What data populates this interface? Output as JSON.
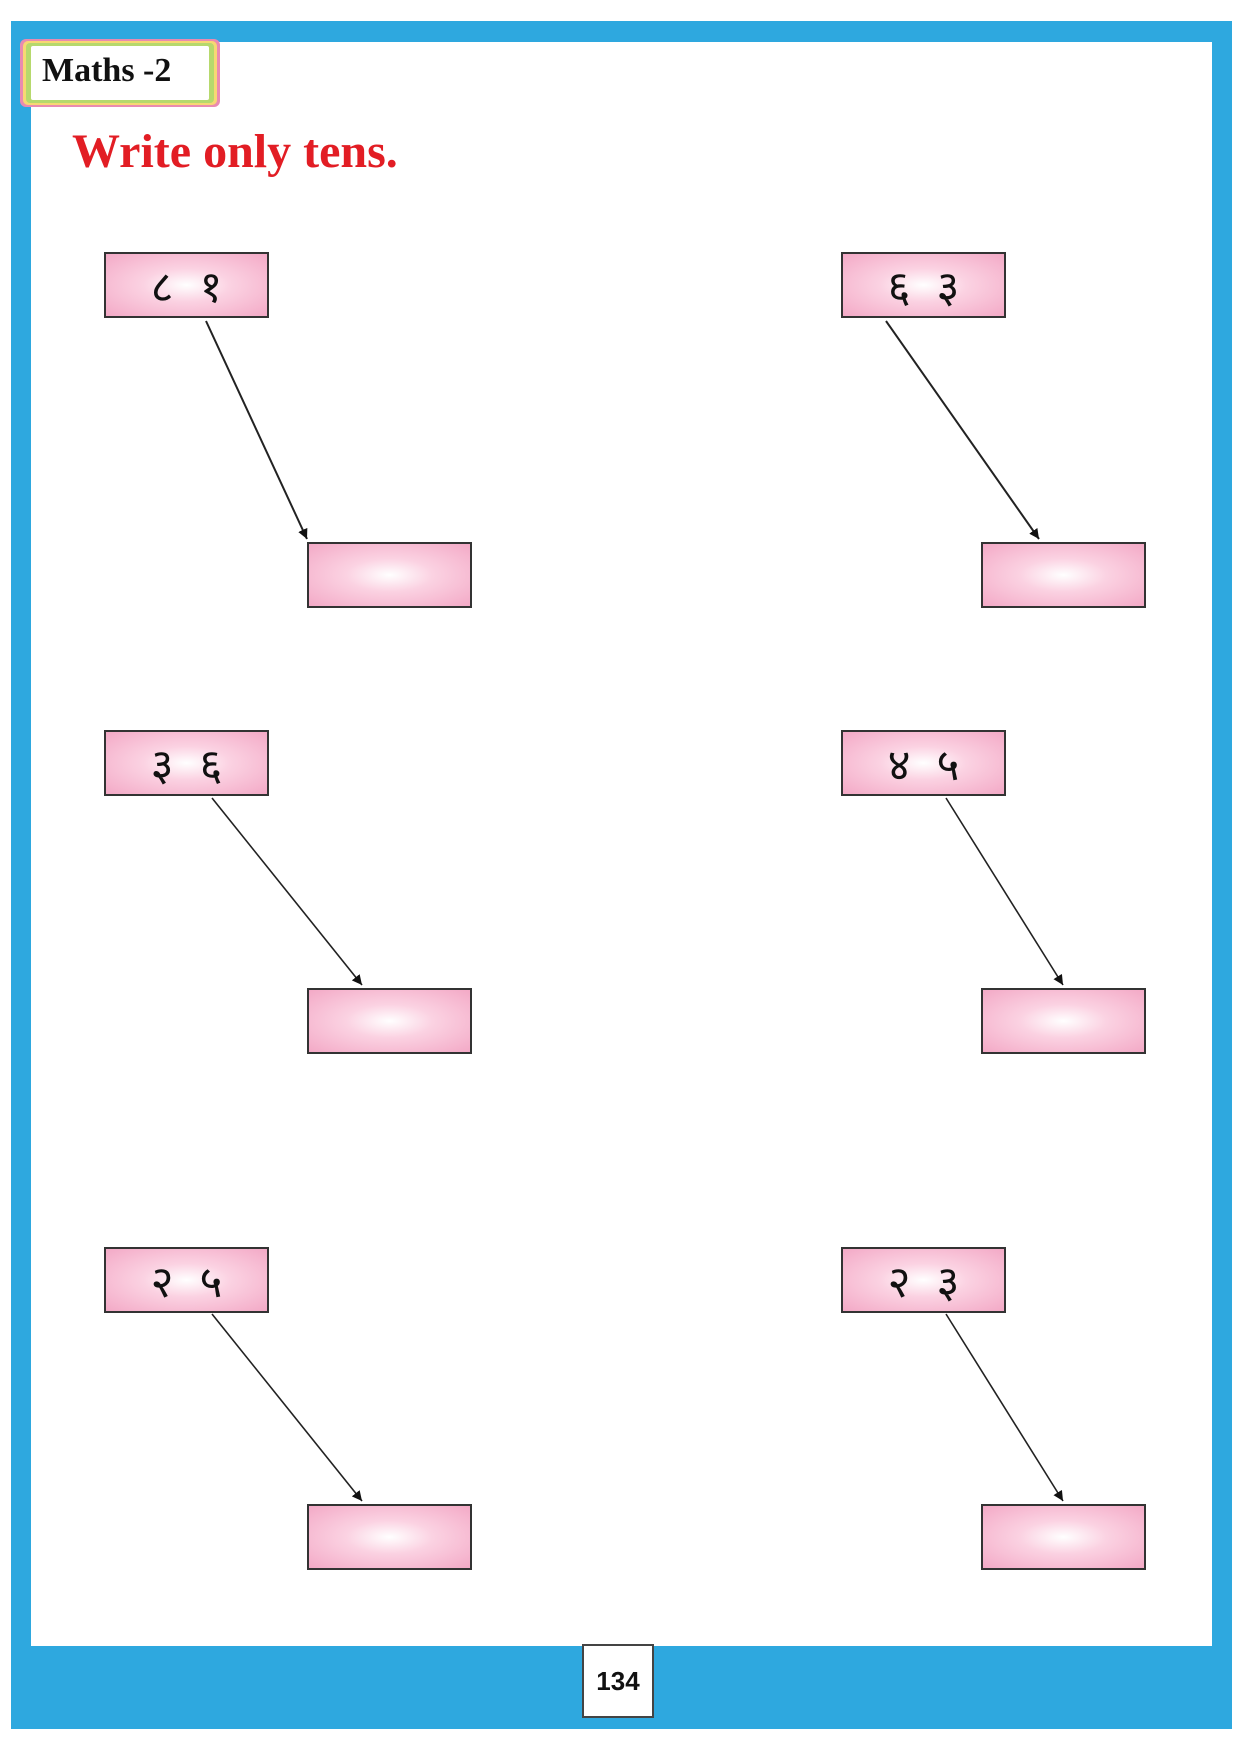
{
  "header": {
    "tag_label": "Maths -2",
    "instruction": "Write only tens."
  },
  "exercises": [
    {
      "number": "८१",
      "answer": ""
    },
    {
      "number": "६३",
      "answer": ""
    },
    {
      "number": "३६",
      "answer": ""
    },
    {
      "number": "४५",
      "answer": ""
    },
    {
      "number": "२५",
      "answer": ""
    },
    {
      "number": "२३",
      "answer": ""
    }
  ],
  "footer": {
    "page_number": "134"
  },
  "colors": {
    "frame": "#2ea8df",
    "title": "#e21d24",
    "box_fill": "#f3a9c6"
  }
}
